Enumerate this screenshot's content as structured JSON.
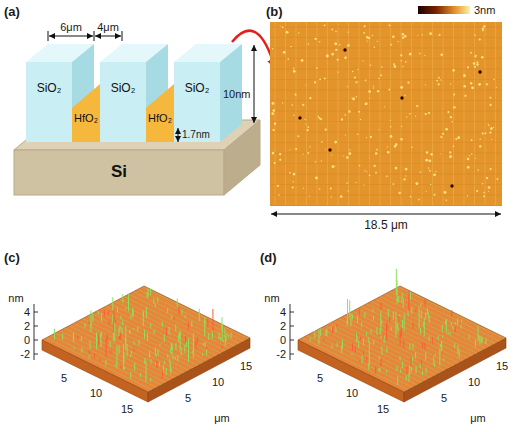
{
  "diagram": {
    "nodes": [
      {
        "text": [
          "SiO₂"
        ]
      },
      {
        "text": [
          "HfO₂"
        ]
      },
      {
        "text": [
          "SiO₂"
        ]
      },
      {
        "text": [
          "HfO₂"
        ]
      },
      {
        "text": [
          "SiO₂"
        ]
      },
      {
        "text": [
          "Si"
        ]
      }
    ],
    "labels": [
      "(a)",
      "6μm",
      "4μm",
      "1.7nm",
      "10nm",
      "(b)",
      "3nm",
      "18.5 μm",
      "(c)",
      "nm",
      "4",
      "2",
      "0",
      "-2",
      "5",
      "10",
      "15",
      "5",
      "10",
      "15",
      "μm",
      "(d)",
      "nm",
      "4",
      "2",
      "0",
      "-2",
      "5",
      "10",
      "15",
      "5",
      "10",
      "15",
      "μm"
    ]
  }
}
